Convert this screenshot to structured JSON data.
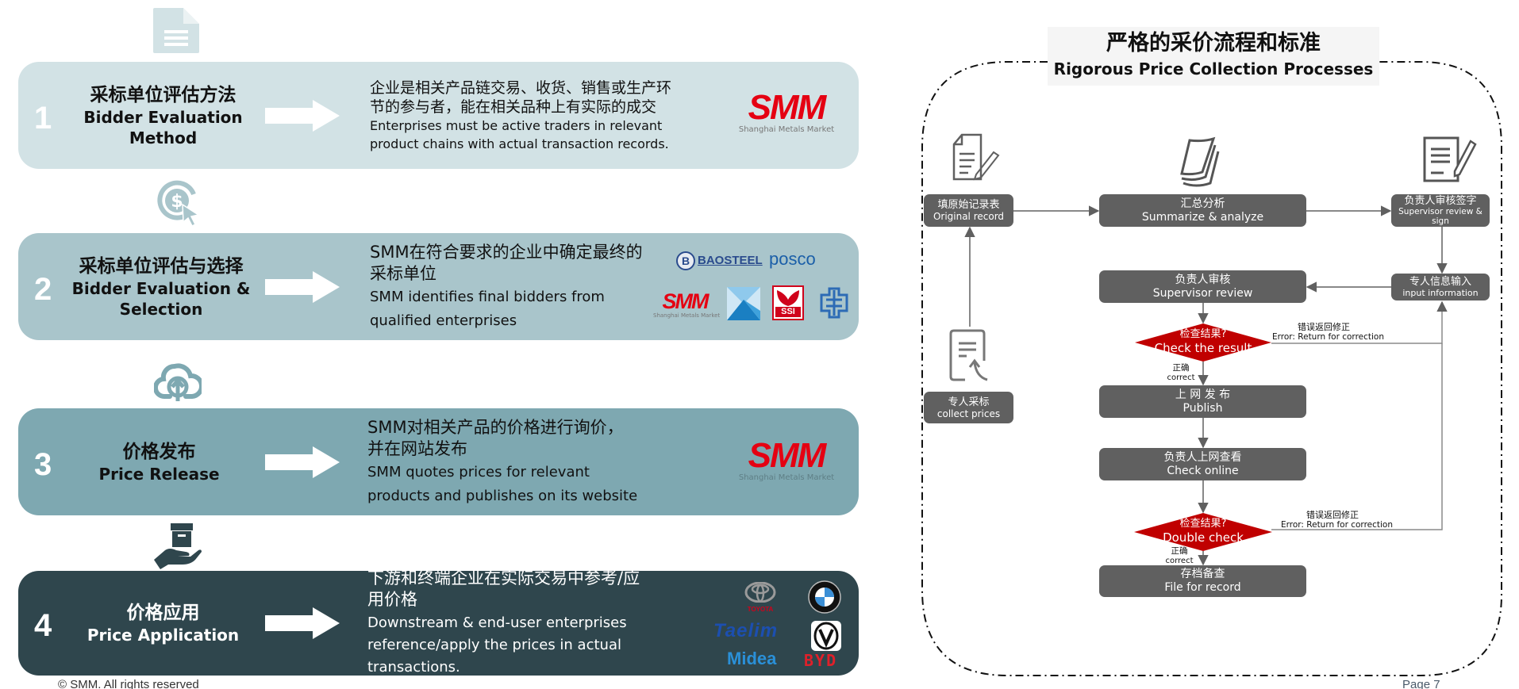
{
  "colors": {
    "step1_bg": "#d2e2e5",
    "step2_bg": "#a9c5cb",
    "step3_bg": "#7ea8b1",
    "step4_bg": "#2f464d",
    "flow_box": "#606060",
    "decision": "#c00000",
    "brand_red": "#e50012"
  },
  "steps": [
    {
      "number": "1",
      "icon": "document-icon",
      "title_zh": "采标单位评估方法",
      "title_en": "Bidder Evaluation Method",
      "desc_zh_1": "企业是相关产品链交易、收货、销售或生产环",
      "desc_zh_2": "节的参与者，能在相关品种上有实际的成交",
      "desc_en_1": "Enterprises must be active traders in relevant",
      "desc_en_2": "product chains with actual transaction records.",
      "logos": [
        "SMM"
      ]
    },
    {
      "number": "2",
      "icon": "dollar-click-icon",
      "title_zh": "采标单位评估与选择",
      "title_en": "Bidder Evaluation & Selection",
      "desc_zh_1": "SMM在符合要求的企业中确定最终的",
      "desc_zh_2": "采标单位",
      "desc_en_1": "SMM identifies final bidders from",
      "desc_en_2": "qualified enterprises",
      "logos": [
        "BAOSTEEL",
        "posco",
        "SMM",
        "SSI"
      ]
    },
    {
      "number": "3",
      "icon": "cloud-upload-icon",
      "title_zh": "价格发布",
      "title_en": "Price Release",
      "desc_zh_1": "SMM对相关产品的价格进行询价，",
      "desc_zh_2": "并在网站发布",
      "desc_en_1": "SMM quotes prices for relevant",
      "desc_en_2": "products and publishes on its website",
      "logos": [
        "SMM"
      ]
    },
    {
      "number": "4",
      "icon": "hand-box-icon",
      "title_zh": "价格应用",
      "title_en": "Price Application",
      "desc_zh_1": "下游和终端企业在实际交易中参考/应",
      "desc_zh_2": "用价格",
      "desc_en_1": "Downstream & end-user enterprises",
      "desc_en_2": "reference/apply the prices in actual",
      "desc_en_3": "transactions.",
      "logos": [
        "TOYOTA",
        "BMW",
        "Taelim",
        "Changan",
        "Midea",
        "BYD"
      ]
    }
  ],
  "logo_text": {
    "smm": "SMM",
    "smm_sub": "Shanghai Metals Market",
    "baosteel": "BAOSTEEL",
    "posco": "posco",
    "ssi": "SSI",
    "toyota": "TOYOTA",
    "taelim": "Taelim",
    "midea": "Midea",
    "byd": "BYD"
  },
  "footer": {
    "copyright": "© SMM. All rights reserved",
    "page": "Page 7"
  },
  "flow": {
    "title_zh": "严格的采价流程和标准",
    "title_en": "Rigorous Price Collection Processes",
    "nodes": {
      "original_record": {
        "zh": "填原始记录表",
        "en": "Original record"
      },
      "summarize": {
        "zh": "汇总分析",
        "en": "Summarize & analyze"
      },
      "supervisor_sign": {
        "zh": "负责人审核签字",
        "en": "Supervisor review & sign"
      },
      "input_info": {
        "zh": "专人信息输入",
        "en": "input information"
      },
      "supervisor_review": {
        "zh": "负责人审核",
        "en": "Supervisor review"
      },
      "check_result": {
        "zh": "检查结果?",
        "en": "Check the result"
      },
      "publish": {
        "zh": "上 网 发 布",
        "en": "Publish"
      },
      "check_online": {
        "zh": "负责人上网查看",
        "en": "Check online"
      },
      "double_check": {
        "zh": "检查结果?",
        "en": "Double check"
      },
      "file_record": {
        "zh": "存档备查",
        "en": "File for record"
      },
      "collect_prices": {
        "zh": "专人采标",
        "en": "collect prices"
      }
    },
    "labels": {
      "error_zh": "错误返回修正",
      "error_en": "Error: Return for correction",
      "correct_zh": "正确",
      "correct_en": "correct"
    }
  }
}
